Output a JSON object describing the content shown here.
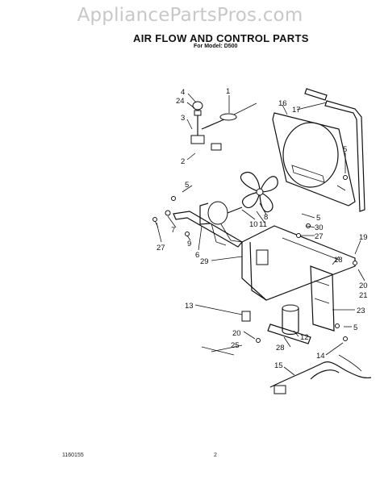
{
  "watermark": "AppliancePartsPros.com",
  "title": "AIR FLOW AND CONTROL PARTS",
  "subtitle": "For Model: D500",
  "footer": {
    "doc_number": "1160155",
    "page_number": "2"
  },
  "callouts": [
    "4",
    "24",
    "1",
    "3",
    "2",
    "5",
    "16",
    "17",
    "5",
    "8",
    "10",
    "11",
    "5",
    "30",
    "27",
    "7",
    "9",
    "6",
    "27",
    "29",
    "19",
    "18",
    "20",
    "21",
    "13",
    "23",
    "20",
    "12",
    "5",
    "25",
    "28",
    "14",
    "15"
  ]
}
